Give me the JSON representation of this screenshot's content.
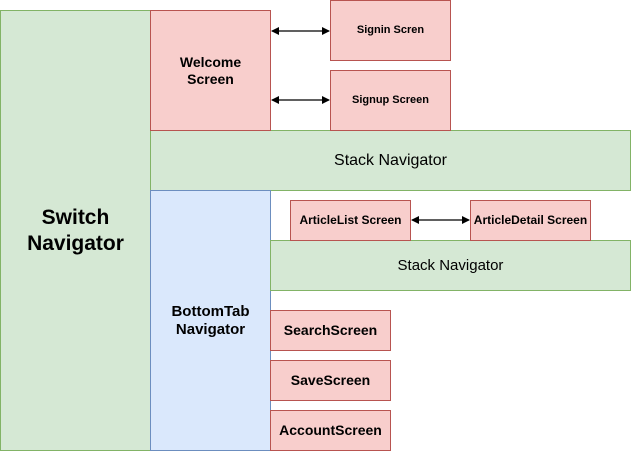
{
  "diagram": {
    "switch_navigator": "Switch\nNavigator",
    "welcome_screen": "Welcome\nScreen",
    "signin_screen": "Signin Scren",
    "signup_screen": "Signup Screen",
    "stack_navigator_auth": "Stack Navigator",
    "bottomtab_navigator": "BottomTab\nNavigator",
    "articlelist_screen": "ArticleList Screen",
    "articledetail_screen": "ArticleDetail Screen",
    "stack_navigator_articles": "Stack Navigator",
    "search_screen": "SearchScreen",
    "save_screen": "SaveScreen",
    "account_screen": "AccountScreen"
  },
  "colors": {
    "navigator_fill": "#d5e8d4",
    "navigator_border": "#82b366",
    "screen_fill": "#f8cecc",
    "screen_border": "#b85450",
    "tab_fill": "#dae8fc",
    "tab_border": "#6c8ebf"
  }
}
